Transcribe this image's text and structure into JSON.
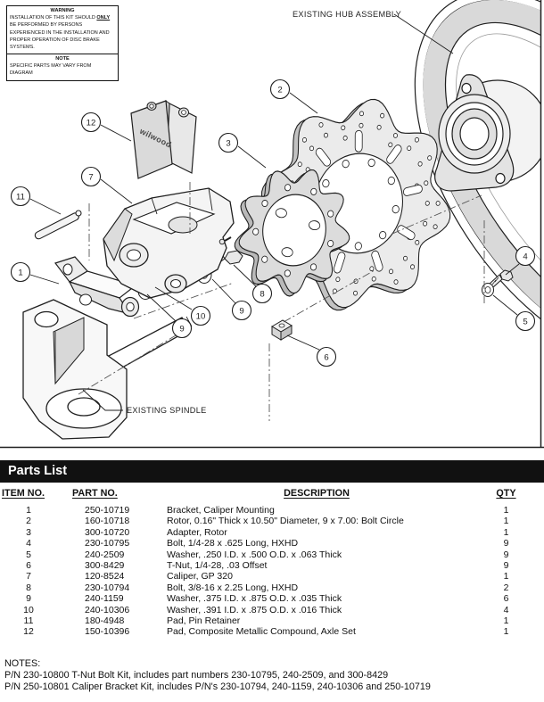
{
  "warning": {
    "title": "WARNING",
    "body_pre": "INSTALLATION OF THIS KIT SHOULD ",
    "body_only": "ONLY",
    "body_post": " BE PERFORMED BY PERSONS EXPERIENCED IN THE INSTALLATION AND PROPER OPERATION OF DISC BRAKE SYSTEMS."
  },
  "note": {
    "title": "NOTE",
    "body": "SPECIFIC PARTS MAY VARY FROM DIAGRAM"
  },
  "diagram": {
    "hub_label": "EXISTING HUB ASSEMBLY",
    "spindle_label": "EXISTING SPINDLE",
    "pad_brand": "wilwood",
    "callouts": [
      "1",
      "2",
      "3",
      "4",
      "5",
      "6",
      "7",
      "8",
      "9",
      "9",
      "10",
      "11",
      "12"
    ]
  },
  "parts_list": {
    "title": "Parts List",
    "columns": [
      "ITEM NO.",
      "PART NO.",
      "DESCRIPTION",
      "QTY"
    ],
    "rows": [
      [
        "1",
        "250-10719",
        "Bracket, Caliper Mounting",
        "1"
      ],
      [
        "2",
        "160-10718",
        "Rotor, 0.16\" Thick x 10.50\" Diameter, 9 x 7.00: Bolt Circle",
        "1"
      ],
      [
        "3",
        "300-10720",
        "Adapter, Rotor",
        "1"
      ],
      [
        "4",
        "230-10795",
        "Bolt, 1/4-28 x .625 Long, HXHD",
        "9"
      ],
      [
        "5",
        "240-2509",
        "Washer, .250 I.D. x .500 O.D. x .063 Thick",
        "9"
      ],
      [
        "6",
        "300-8429",
        "T-Nut, 1/4-28, .03 Offset",
        "9"
      ],
      [
        "7",
        "120-8524",
        "Caliper, GP 320",
        "1"
      ],
      [
        "8",
        "230-10794",
        "Bolt, 3/8-16 x 2.25 Long, HXHD",
        "2"
      ],
      [
        "9",
        "240-1159",
        "Washer, .375 I.D. x .875 O.D. x .035 Thick",
        "6"
      ],
      [
        "10",
        "240-10306",
        "Washer, .391 I.D. x .875 O.D. x .016 Thick",
        "4"
      ],
      [
        "11",
        "180-4948",
        "Pad, Pin Retainer",
        "1"
      ],
      [
        "12",
        "150-10396",
        "Pad, Composite Metallic Compound, Axle Set",
        "1"
      ]
    ]
  },
  "notes": {
    "heading": "NOTES:",
    "lines": [
      "P/N 230-10800 T-Nut Bolt Kit, includes part numbers 230-10795, 240-2509, and 300-8429",
      "P/N 250-10801 Caliper Bracket Kit, includes P/N's 230-10794, 240-1159, 240-10306 and 250-10719"
    ]
  },
  "colors": {
    "bar_bg": "#111111",
    "line": "#1f1f1f",
    "shade": "#d9d9d9"
  }
}
